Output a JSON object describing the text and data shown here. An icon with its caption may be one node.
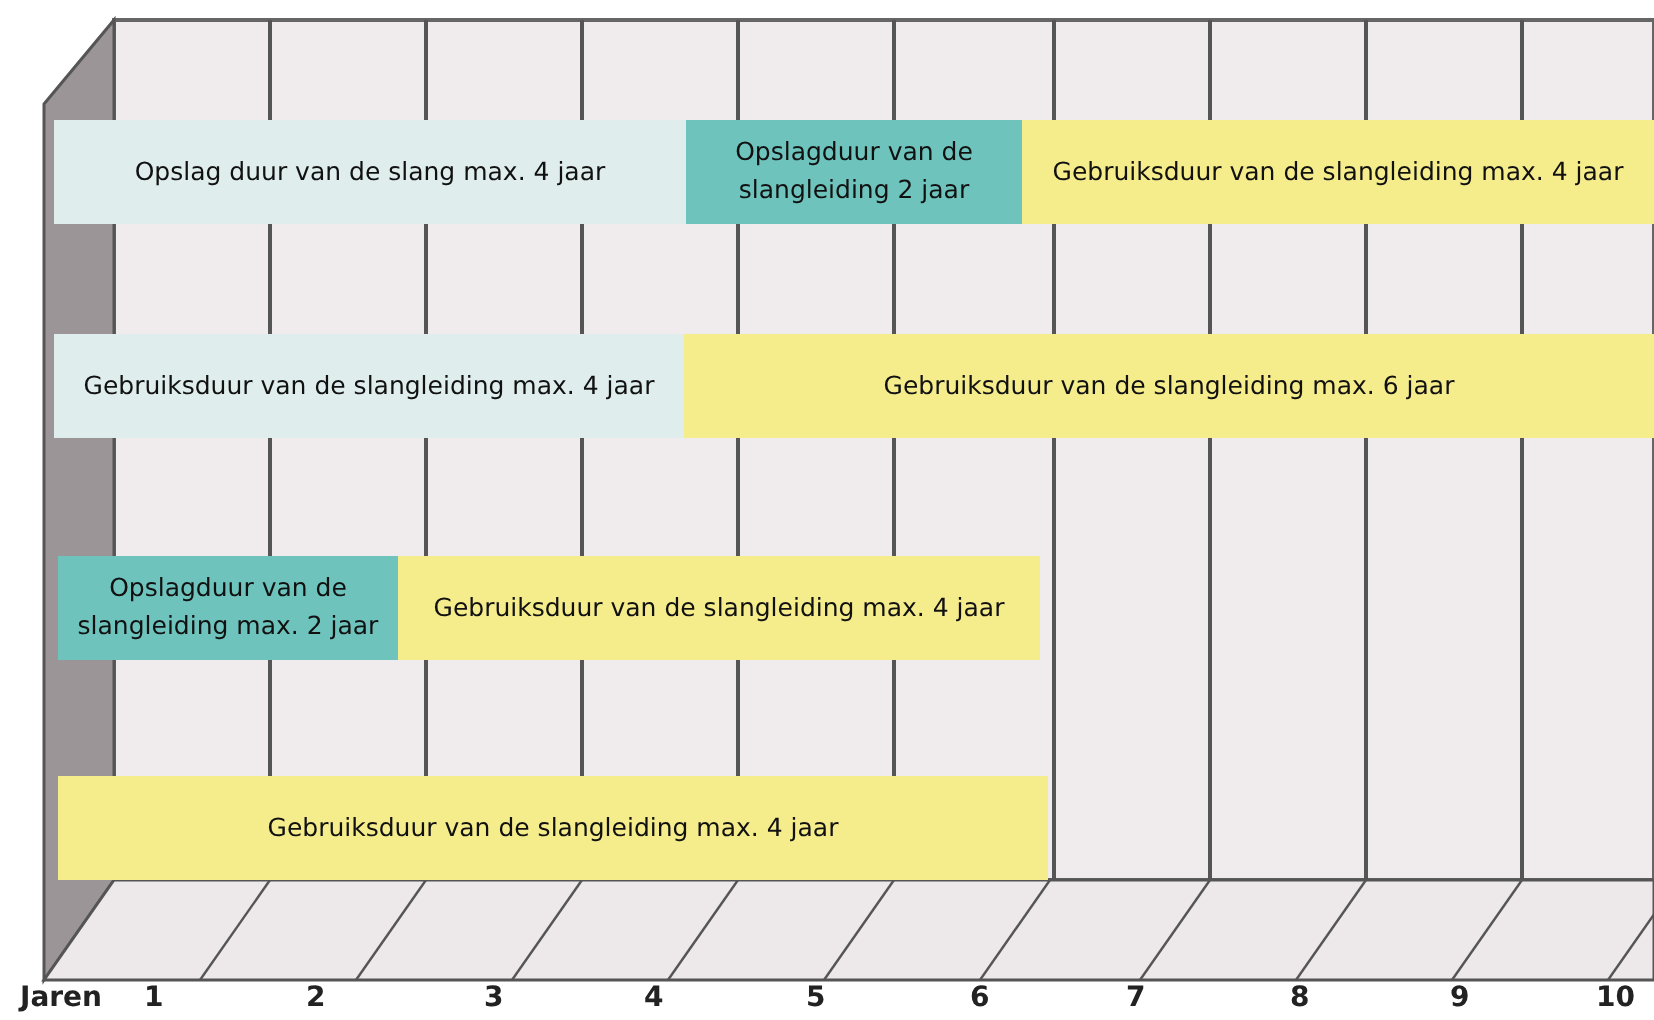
{
  "diagram": {
    "nodes": [
      {
        "text": [
          "Opslag duur van de slang max. 4 jaar"
        ]
      },
      {
        "text": [
          "Opslagduur van de slangleiding 2 jaar"
        ]
      },
      {
        "text": [
          "Gebruiksduur van de slangleiding max. 4 jaar"
        ]
      },
      {
        "text": [
          "Gebruiksduur van de slangleiding max. 4 jaar"
        ]
      },
      {
        "text": [
          "Gebruiksduur van de slangleiding max. 6 jaar"
        ]
      },
      {
        "text": [
          "Opslagduur van de slangleiding max. 2 jaar"
        ]
      },
      {
        "text": [
          "Gebruiksduur van de slangleiding max. 4 jaar"
        ]
      },
      {
        "text": [
          "Gebruiksduur van de slangleiding max. 4 jaar"
        ]
      }
    ],
    "labels": [
      "Jaren",
      "1",
      "2",
      "3",
      "4",
      "5",
      "6",
      "7",
      "8",
      "9",
      "10"
    ]
  }
}
